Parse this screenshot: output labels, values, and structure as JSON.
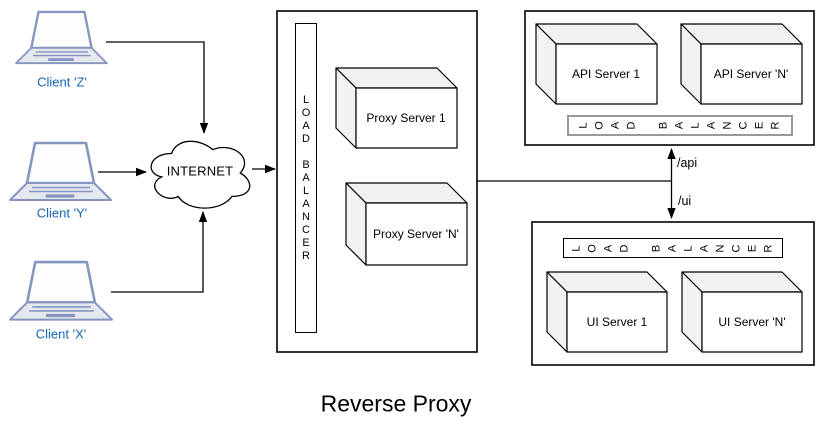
{
  "diagram_title": "Reverse Proxy",
  "clients": [
    {
      "label": "Client 'Z'"
    },
    {
      "label": "Client 'Y'"
    },
    {
      "label": "Client 'X'"
    }
  ],
  "internet_label": "INTERNET",
  "proxy_tier": {
    "load_balancer_label": "LOAD BALANCER",
    "server1": "Proxy Server 1",
    "serverN": "Proxy Server 'N'"
  },
  "api_tier": {
    "load_balancer_label": "LOAD BALANCER",
    "server1": "API Server 1",
    "serverN": "API Server 'N'"
  },
  "ui_tier": {
    "load_balancer_label": "LOAD BALANCER",
    "server1": "UI Server 1",
    "serverN": "UI Server 'N'"
  },
  "route_labels": {
    "api": "/api",
    "ui": "/ui"
  },
  "colors": {
    "client_label": "#1666b8",
    "laptop_stroke": "#8695bf",
    "laptop_base_fill": "#e5e8ef",
    "cube_shade_fill": "#f2f2f2",
    "line": "#000000",
    "api_lb_border": "#999999"
  }
}
